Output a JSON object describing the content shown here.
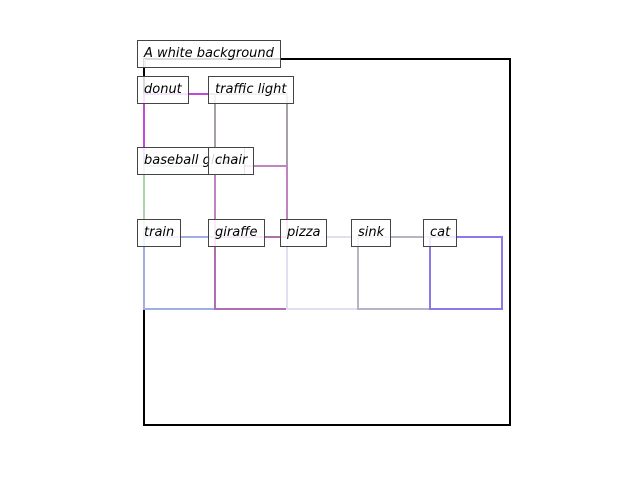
{
  "caption": "A white background",
  "colors": {
    "canvas_border": "#000000",
    "donut": "#c04ad9",
    "traffic_light": "#a8a0a8",
    "baseball_glove": "#a8d8a8",
    "chair": "#c084c0",
    "train": "#9fb0e0",
    "giraffe": "#b070b0",
    "pizza": "#e0e0f0",
    "sink": "#b8b4c4",
    "cat": "#8a7ae8"
  },
  "labels": {
    "donut": "donut",
    "traffic_light": "traffic light",
    "baseball_glove": "baseball glove",
    "chair": "chair",
    "train": "train",
    "giraffe": "giraffe",
    "pizza": "pizza",
    "sink": "sink",
    "cat": "cat"
  }
}
